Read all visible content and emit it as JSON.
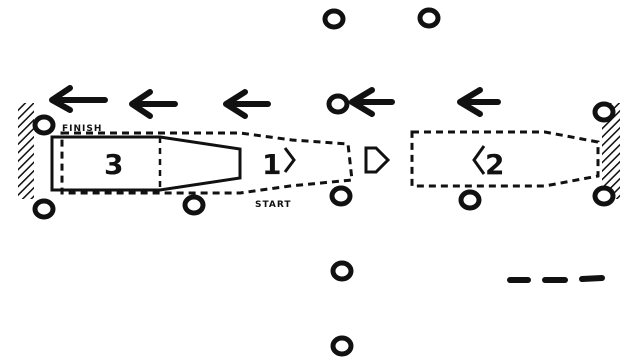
{
  "labels": {
    "finish": "FINISH",
    "start": "START",
    "position_3": "3",
    "position_1": "1",
    "position_2": "2"
  },
  "colors": {
    "ink": "#111111",
    "background": "#ffffff"
  },
  "icons": {
    "cone": "cone-marker-icon",
    "arrow": "direction-arrow-icon",
    "barrier": "wall-barrier-icon"
  }
}
